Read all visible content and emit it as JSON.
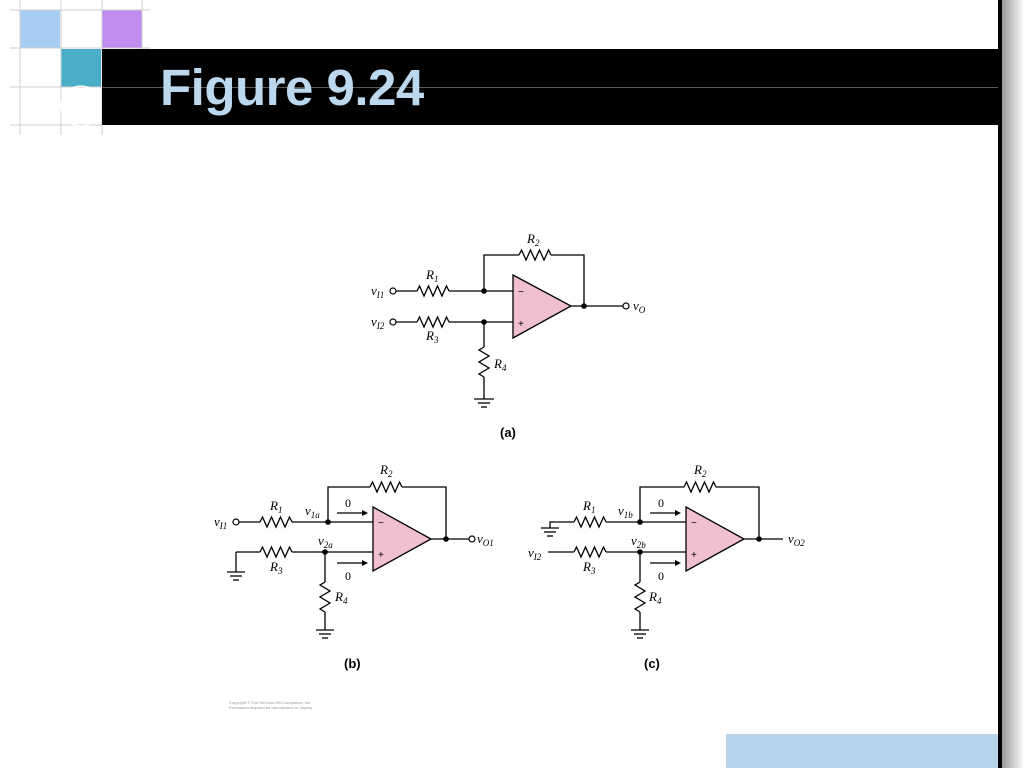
{
  "slide": {
    "title": "Figure 9.24",
    "copyright_line1": "Copyright © The McGraw-Hill Companies, Inc.",
    "copyright_line2": "Permission required for reproduction or display."
  },
  "colors": {
    "title_bar": "#000000",
    "title_text": "#bcd8ee",
    "opamp_fill": "#f0bfd0",
    "square_blue": "#a8cdf2",
    "square_purple": "#c08cf0",
    "square_teal": "#4aaec8",
    "footer_box": "#b8d4ea"
  },
  "circuit_a": {
    "caption": "(a)",
    "r1": "R",
    "r1_sub": "1",
    "r2": "R",
    "r2_sub": "2",
    "r3": "R",
    "r3_sub": "3",
    "r4": "R",
    "r4_sub": "4",
    "in1": "v",
    "in1_sub": "I1",
    "in2": "v",
    "in2_sub": "I2",
    "out": "v",
    "out_sub": "O",
    "minus": "−",
    "plus": "+"
  },
  "circuit_b": {
    "caption": "(b)",
    "r1": "R",
    "r1_sub": "1",
    "r2": "R",
    "r2_sub": "2",
    "r3": "R",
    "r3_sub": "3",
    "r4": "R",
    "r4_sub": "4",
    "in1": "v",
    "in1_sub": "I1",
    "node1": "v",
    "node1_sub": "1a",
    "node2": "v",
    "node2_sub": "2a",
    "out": "v",
    "out_sub": "O1",
    "current_top": "0",
    "current_bottom": "0",
    "minus": "−",
    "plus": "+"
  },
  "circuit_c": {
    "caption": "(c)",
    "r1": "R",
    "r1_sub": "1",
    "r2": "R",
    "r2_sub": "2",
    "r3": "R",
    "r3_sub": "3",
    "r4": "R",
    "r4_sub": "4",
    "in2": "v",
    "in2_sub": "I2",
    "node1": "v",
    "node1_sub": "1b",
    "node2": "v",
    "node2_sub": "2b",
    "out": "v",
    "out_sub": "O2",
    "current_top": "0",
    "current_bottom": "0",
    "minus": "−",
    "plus": "+"
  }
}
